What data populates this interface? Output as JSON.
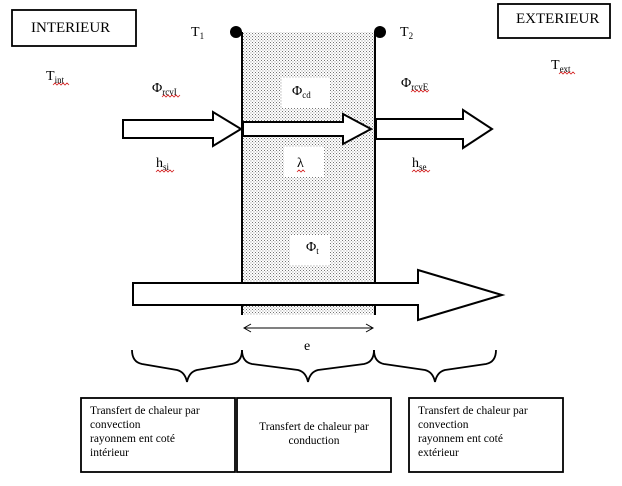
{
  "labels": {
    "interieur": "INTERIEUR",
    "exterieur": "EXTERIEUR",
    "t1": "T",
    "t1_sub": "1",
    "t2": "T",
    "t2_sub": "2",
    "tint": "T",
    "tint_sub": "int",
    "text": "T",
    "text_sub": "ext",
    "phi_rcvi": "Φ",
    "phi_rcvi_sub": "rcvI",
    "phi_cd": "Φ",
    "phi_cd_sub": "cd",
    "phi_rcve": "Φ",
    "phi_rcve_sub": "rcvE",
    "hsi": "h",
    "hsi_sub": "si",
    "lambda": "λ",
    "hse": "h",
    "hse_sub": "se",
    "phi_t": "Φ",
    "phi_t_sub": "t",
    "e": "e"
  },
  "boxes": {
    "left": [
      "Transfert de chaleur par",
      "convection",
      "rayonnem ent coté",
      "intérieur"
    ],
    "middle": [
      "Transfert de chaleur par",
      "conduction"
    ],
    "right": [
      "Transfert de chaleur par",
      "convection",
      "rayonnem ent coté",
      "extérieur"
    ]
  },
  "colors": {
    "stroke": "#000000",
    "wall_dots": "#555555",
    "spellcheck": "#d21f1f"
  }
}
